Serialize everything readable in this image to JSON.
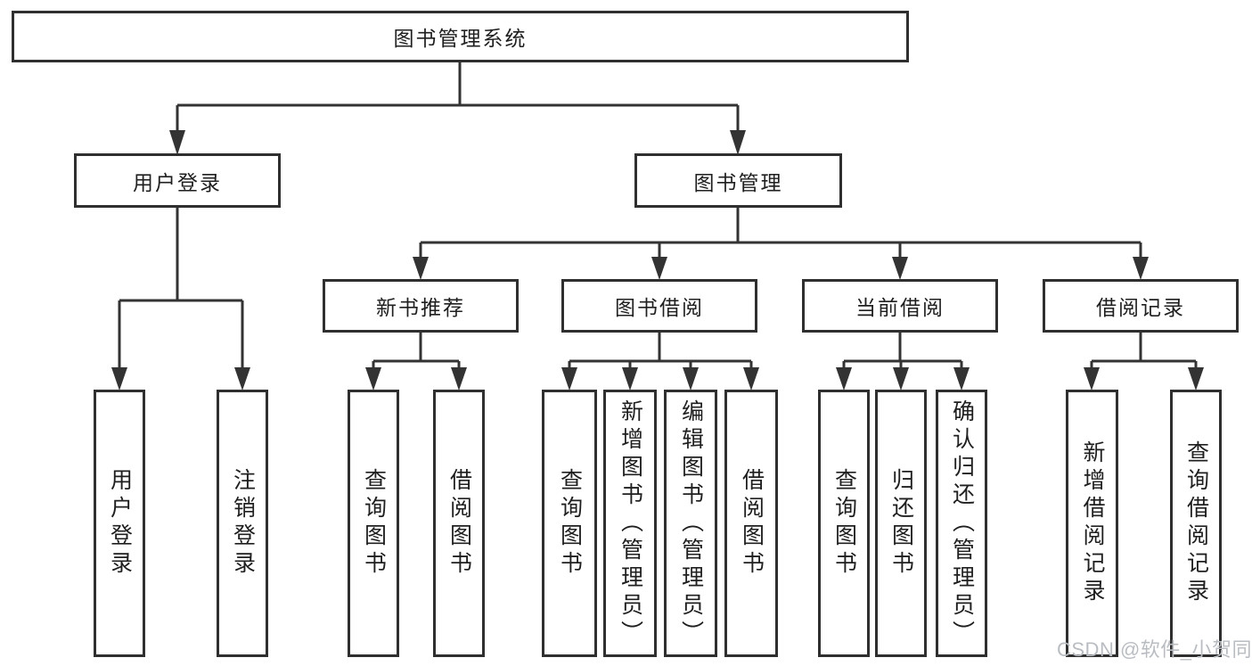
{
  "tree": {
    "root": "图书管理系统",
    "level2": [
      {
        "label": "用户登录",
        "children": [
          "用户登录",
          "注销登录"
        ]
      },
      {
        "label": "图书管理",
        "subsections": [
          {
            "label": "新书推荐",
            "children": [
              "查询图书",
              "借阅图书"
            ]
          },
          {
            "label": "图书借阅",
            "children": [
              "查询图书",
              "新增图书（管理员）",
              "编辑图书（管理员）",
              "借阅图书"
            ]
          },
          {
            "label": "当前借阅",
            "children": [
              "查询图书",
              "归还图书",
              "确认归还（管理员）"
            ]
          },
          {
            "label": "借阅记录",
            "children": [
              "新增借阅记录",
              "查询借阅记录"
            ]
          }
        ]
      }
    ]
  },
  "watermark": {
    "text": "CSDN @软件_小贺同学"
  },
  "colors": {
    "line": "#333333",
    "box_border": "#2f2f2f",
    "box_fill": "#ffffff",
    "text": "#1f1f1f",
    "watermark": "#b9bdc2",
    "background": "#ffffff"
  }
}
